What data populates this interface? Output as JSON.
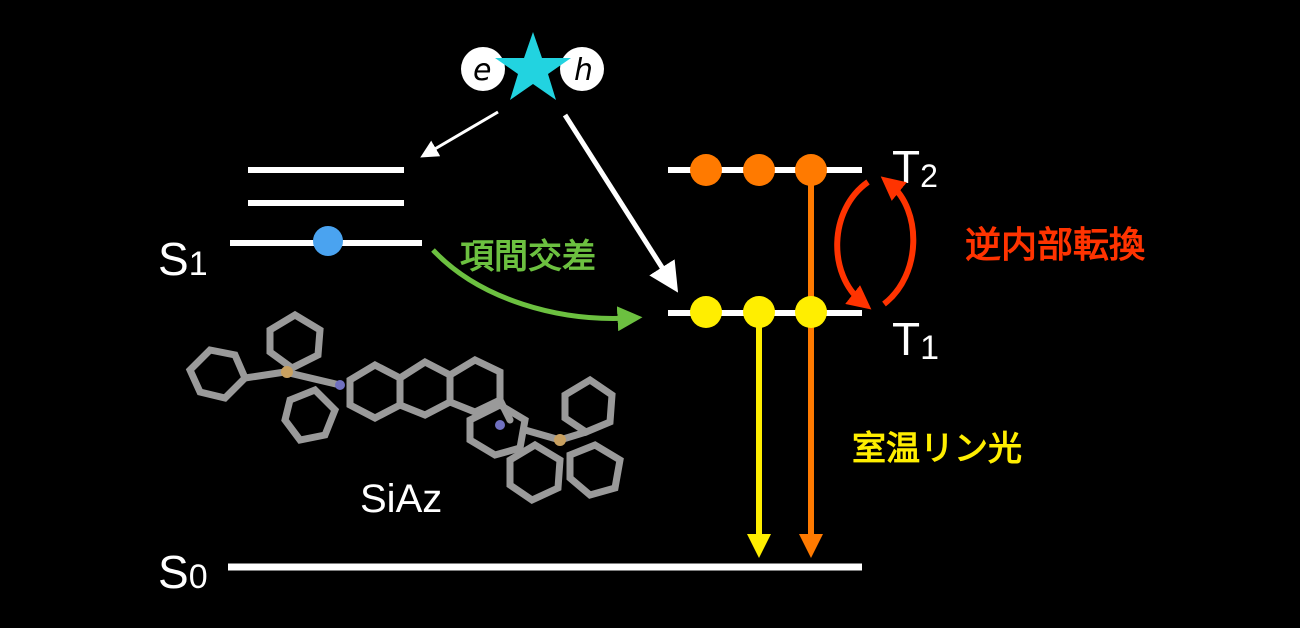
{
  "carriers": {
    "electron": "e",
    "hole": "h"
  },
  "levels": {
    "s1": {
      "letter": "S",
      "sub": "1"
    },
    "s0": {
      "letter": "S",
      "sub": "0"
    },
    "t1": {
      "letter": "T",
      "sub": "1"
    },
    "t2": {
      "letter": "T",
      "sub": "2"
    }
  },
  "processes": {
    "isc": "項間交差",
    "rises": "逆内部転換",
    "rtp": "室温リン光"
  },
  "molecule_name": "SiAz",
  "colors": {
    "star": "#22d3e0",
    "singlet_dot": "#4aa3f0",
    "t2_dot": "#ff7a00",
    "t1_dot": "#ffee00",
    "isc": "#6cc040",
    "rises": "#ff3300",
    "rtp": "#ffee00"
  }
}
